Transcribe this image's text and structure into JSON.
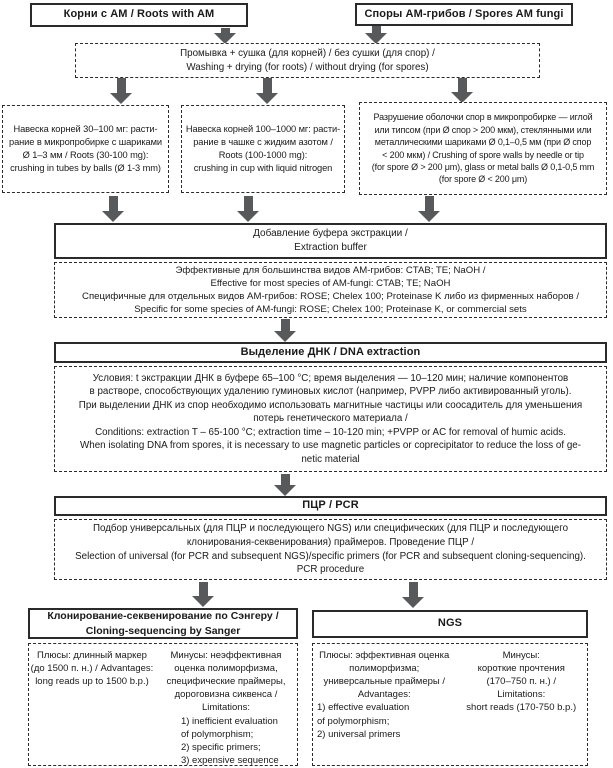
{
  "colors": {
    "arrow": "#58595B",
    "border": "#2a2a2a",
    "background": "#ffffff",
    "text": "#1a1a1a"
  },
  "top": {
    "roots_title": "Корни с АМ / Roots with AM",
    "spores_title": "Споры АМ-грибов / Spores AM fungi"
  },
  "washing": {
    "lines": [
      "Промывка + сушка (для корней) / без сушки (для спор) /",
      "Washing + drying (for roots) / without drying (for spores)"
    ]
  },
  "crushing": {
    "roots_small": {
      "lines": [
        "Навеска корней 30–100 мг: расти-",
        "рание в микропробирке с шариками",
        "Ø 1–3 мм / Roots (30-100 mg):",
        "crushing in tubes by balls (Ø 1-3 mm)"
      ]
    },
    "roots_large": {
      "lines": [
        "Навеска корней 100–1000 мг: расти-",
        "рание в чашке с жидким азотом /",
        "Roots (100-1000 mg):",
        "crushing in cup with liquid nitrogen"
      ]
    },
    "spores": {
      "lines": [
        "Разрушение оболочки спор в микропробирке — иглой",
        "или типсом (при Ø спор > 200 мкм), стеклянными или",
        "металлическими шариками Ø 0,1–0,5 мм (при Ø спор",
        "< 200 мкм) / Crushing of spore walls by needle or tip",
        "(for spore Ø > 200 μm), glass or metal balls Ø 0,1-0,5 mm",
        "(for spore Ø < 200 μm)"
      ]
    }
  },
  "buffer": {
    "title_lines": [
      "Добавление буфера экстракции /",
      "Extraction buffer"
    ],
    "types_lines": [
      "Эффективные для большинства видов АМ-грибов: CTAB; TE; NaOH /",
      "Effective for most species of AM-fungi: CTAB; TE; NaOH",
      "Специфичные для отдельных видов АМ-грибов: ROSE; Chelex 100; Proteinase K либо из фирменных наборов /",
      "Specific for some species of AM-fungi: ROSE; Chelex 100; Proteinase K, or commercial sets"
    ]
  },
  "dna": {
    "title": "Выделение ДНК / DNA extraction",
    "conditions_lines": [
      "Условия: t экстракции ДНК в буфере 65–100 °С; время выделения — 10–120 мин; наличие компонентов",
      "в растворе, способствующих удалению гуминовых кислот (например, PVPP либо активированный уголь).",
      "При выделении ДНК из спор необходимо использовать магнитные частицы или соосадитель для уменьшения",
      "потерь генетического материала /",
      "Conditions: extraction T – 65-100 °C; extraction time – 10-120 min; +PVPP or AC for removal of humic acids.",
      "When isolating DNA from spores, it is necessary to use magnetic particles or coprecipitator to reduce the loss of ge-",
      "netic material"
    ]
  },
  "pcr": {
    "title": "ПЦР / PCR",
    "primers_lines": [
      "Подбор универсальных (для ПЦР и последующего NGS) или специфических (для ПЦР и последующего",
      "клонирования-секвенирования) праймеров. Проведение ПЦР /",
      "Selection of universal (for PCR and subsequent NGS)/specific primers (for PCR and subsequent cloning-sequencing).",
      "PCR procedure"
    ]
  },
  "sanger": {
    "title_lines": [
      "Клонирование-секвенирование по Сэнгеру /",
      "Cloning-sequencing by Sanger"
    ],
    "pros_lines": [
      "Плюсы: длинный маркер",
      "(до 1500 п. н.) / Advantages:",
      "long reads up to 1500 b.p.)"
    ],
    "cons_center_lines": [
      "Минусы: неэффективная",
      "оценка полиморфизма,",
      "специфические праймеры,",
      "дороговизна сиквенса /",
      "Limitations:"
    ],
    "cons_list_lines": [
      "1) inefficient evaluation",
      "of polymorphism;",
      "2) specific primers;",
      "3) expensive sequence"
    ]
  },
  "ngs": {
    "title": "NGS",
    "pros_center_lines": [
      "Плюсы: эффективная оценка",
      "полиморфизма;",
      "универсальные праймеры /",
      "Advantages:"
    ],
    "pros_list_lines": [
      "1) effective evaluation",
      "of polymorphism;",
      "2) universal primers"
    ],
    "cons_lines": [
      "Минусы:",
      "короткие прочтения",
      "(170–750 п. н.) /",
      "Limitations:",
      "short reads (170-750 b.p.)"
    ]
  }
}
